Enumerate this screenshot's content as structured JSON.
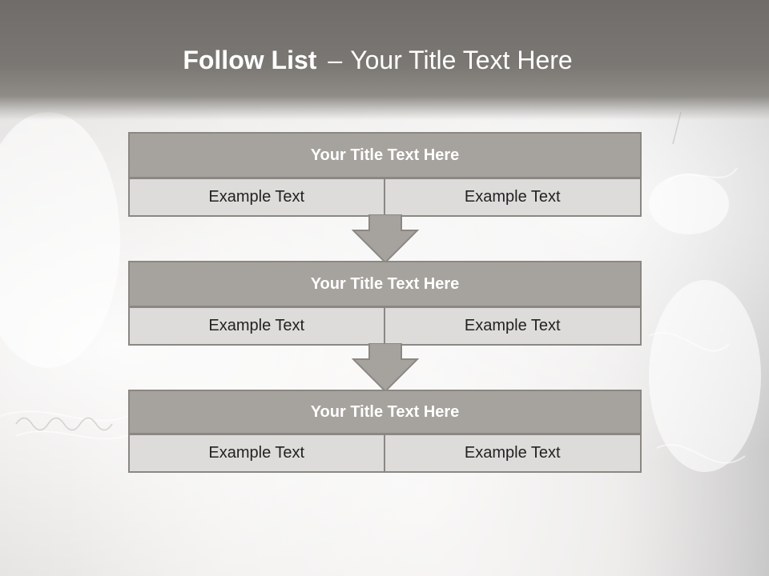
{
  "slide": {
    "title_bold": "Follow List",
    "title_separator": "–",
    "title_rest": "Your Title Text Here"
  },
  "blocks": [
    {
      "heading": "Your Title Text Here",
      "left_text": "Example Text",
      "right_text": "Example Text"
    },
    {
      "heading": "Your Title Text Here",
      "left_text": "Example Text",
      "right_text": "Example Text"
    },
    {
      "heading": "Your Title Text Here",
      "left_text": "Example Text",
      "right_text": "Example Text"
    }
  ],
  "colors": {
    "header_band": "#7b7874",
    "block_heading_fill": "#a6a29d",
    "cell_fill": "#dddcdb",
    "border": "#8b8783",
    "arrow_fill": "#a6a29d"
  }
}
